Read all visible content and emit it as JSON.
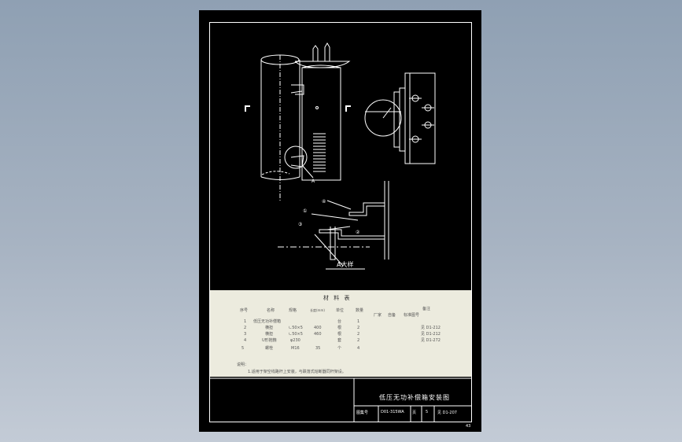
{
  "drawing": {
    "annotations": {
      "callout_a": "A",
      "detail_label": "A大样",
      "marker_1": "①",
      "marker_2": "②",
      "marker_3": "③",
      "marker_4": "④"
    }
  },
  "bom": {
    "title": "材 料 表",
    "headers": [
      "序号",
      "名称",
      "规格",
      "长度(mm)",
      "单位",
      "数量",
      "备注"
    ],
    "subheaders": [
      "厂家",
      "自备",
      "标准图号"
    ],
    "rows": [
      [
        "1",
        "低压无功补偿箱",
        "",
        "",
        "台",
        "1",
        "",
        ""
      ],
      [
        "2",
        "横担",
        "∟50×5",
        "400",
        "根",
        "2",
        "",
        "见 D1-212"
      ],
      [
        "3",
        "横担",
        "∟50×5",
        "460",
        "根",
        "2",
        "",
        "见 D1-212"
      ],
      [
        "4",
        "U形抱箍",
        "φ230",
        "",
        "套",
        "2",
        "",
        "见 D1-272"
      ],
      [
        "5",
        "螺栓",
        "M16",
        "35",
        "个",
        "4",
        "",
        ""
      ]
    ],
    "note_title": "说明：",
    "note_text": "1.适用于架空线路杆上安装，与跌落式熔断器同杆架设。"
  },
  "title_block": {
    "drawing_title": "低压无功补偿箱安装图",
    "label_approved": "图集号",
    "atlas_number": "D01-315WA",
    "label_page": "页",
    "page_value": "5",
    "std_number": "见 D1-207",
    "sheet_number": "43"
  },
  "colors": {
    "background_top": "#8fa0b3",
    "sheet": "#000000",
    "lines": "#ffffff",
    "table_bg": "#ecebde"
  }
}
